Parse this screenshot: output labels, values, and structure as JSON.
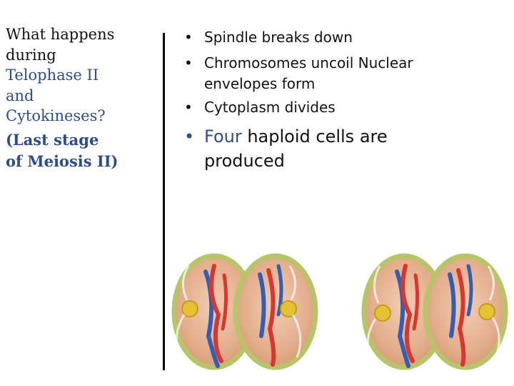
{
  "question": {
    "line1": "What happens",
    "line2": "during",
    "line3": "Telophase II",
    "line4": "and",
    "line5": "Cytokineses?",
    "note_line1": "(Last  stage",
    "note_line2": "of Meiosis II)"
  },
  "bullets": {
    "item1": "Spindle breaks down",
    "item2_a": "Chromosomes uncoil Nuclear",
    "item2_b": "envelopes form",
    "item3": "Cytoplasm divides",
    "item4_accent": "Four",
    "item4_rest": " haploid cells are",
    "item4_cont": "produced",
    "bullet_glyph": "•"
  },
  "colors": {
    "accent_blue": "#2b4d8c",
    "cytoplasm": "#e8b99a",
    "membrane": "#b9c46a",
    "chromosome_red": "#d8362f",
    "chromosome_blue": "#2f5fb8",
    "centrosome": "#e6c233"
  }
}
